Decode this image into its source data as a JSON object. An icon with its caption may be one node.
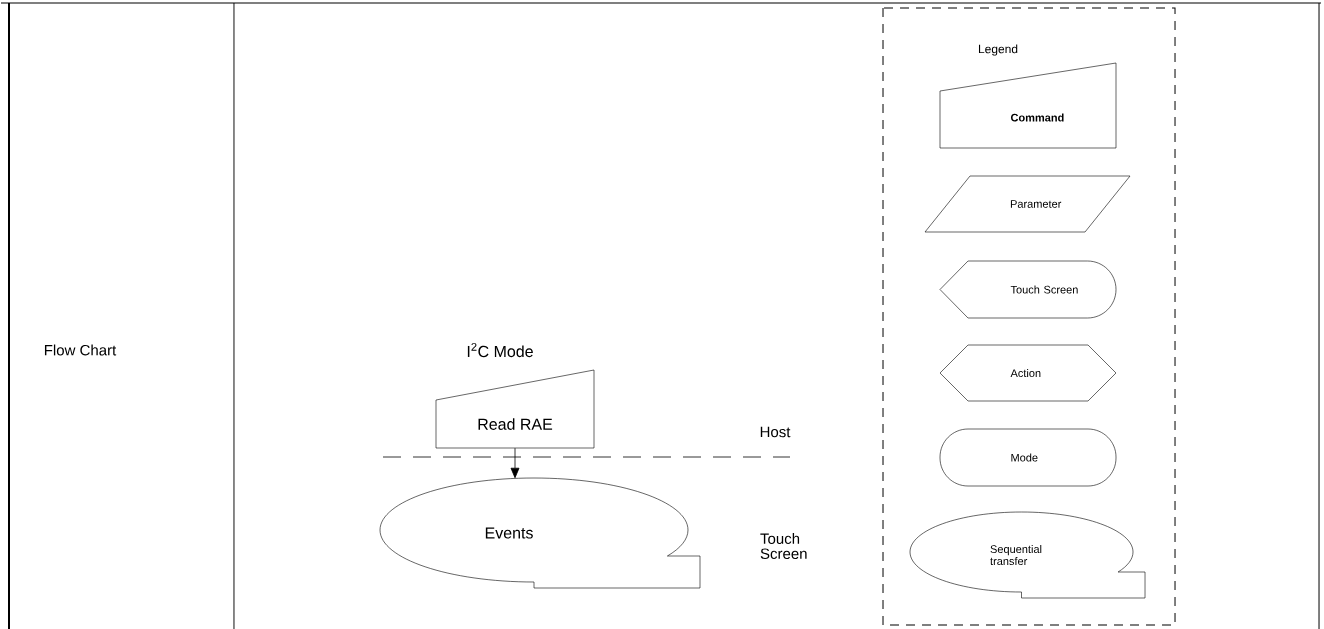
{
  "diagram": {
    "nodes": [
      {
        "text": [
          "I$^{2}$C Mode",
          "Read RAE"
        ]
      },
      {
        "text": [
          "Events"
        ]
      }
    ],
    "edges": [
      {
        "from": 0,
        "to": 1,
        "arrow": "to"
      }
    ],
    "labels": [
      "Legend",
      "Flow Chart",
      "Host",
      "Touch Screen"
    ],
    "legend": [
      {
        "text": "Command"
      },
      {
        "text": "Parameter"
      },
      {
        "text": "Touch Screen"
      },
      {
        "text": "Action"
      },
      {
        "text": "Mode"
      },
      {
        "text": "Sequential transfer"
      }
    ]
  }
}
